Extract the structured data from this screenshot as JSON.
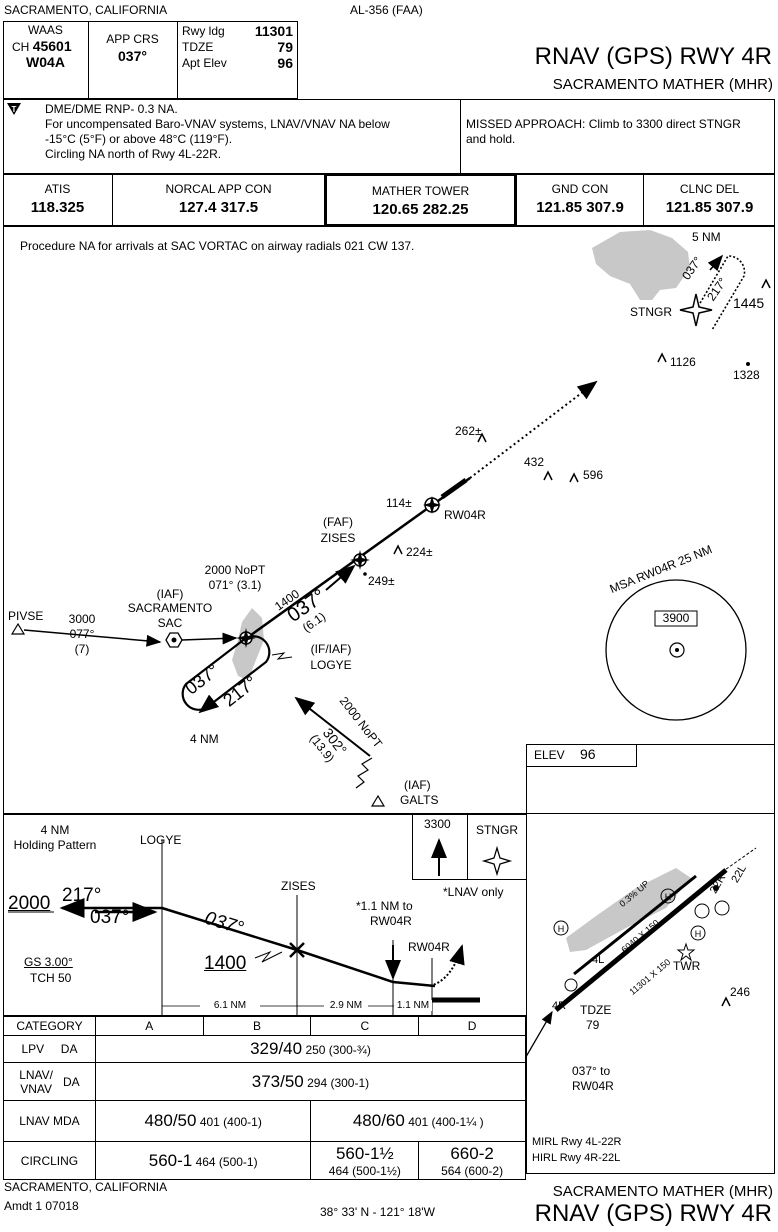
{
  "header": {
    "location": "SACRAMENTO, CALIFORNIA",
    "chart_number": "AL-356 (FAA)",
    "waas_label": "WAAS",
    "ch_label": "CH",
    "ch_value": "45601",
    "waas_id": "W04A",
    "app_crs_label": "APP CRS",
    "app_crs_value": "037°",
    "rwy_ldg_label": "Rwy ldg",
    "rwy_ldg_value": "11301",
    "tdze_label": "TDZE",
    "tdze_value": "79",
    "apt_elev_label": "Apt Elev",
    "apt_elev_value": "96",
    "title": "RNAV (GPS) RWY 4R",
    "subtitle": "SACRAMENTO MATHER (MHR)"
  },
  "notes": {
    "icon": "T",
    "line1": "DME/DME RNP- 0.3 NA.",
    "line2": "For uncompensated Baro-VNAV systems, LNAV/VNAV NA below",
    "line3": "-15°C (5°F) or above 48°C (119°F).",
    "line4": "Circling NA north of Rwy 4L-22R.",
    "missed_line1": "MISSED APPROACH: Climb to 3300 direct STNGR",
    "missed_line2": "and hold."
  },
  "frequencies": [
    {
      "label": "ATIS",
      "value": "118.325"
    },
    {
      "label": "NORCAL APP CON",
      "value": "127.4  317.5"
    },
    {
      "label": "MATHER TOWER",
      "value": "120.65  282.25"
    },
    {
      "label": "GND CON",
      "value": "121.85  307.9"
    },
    {
      "label": "CLNC DEL",
      "value": "121.85  307.9"
    }
  ],
  "plan": {
    "procedure_note": "Procedure NA for arrivals at SAC VORTAC on airway radials 021 CW 137.",
    "pivse": "PIVSE",
    "pivse_alt": "3000",
    "pivse_crs": "077°",
    "pivse_dist": "(7)",
    "sac_iaf": "(IAF)",
    "sac_name": "SACRAMENTO",
    "sac_id": "SAC",
    "nopt1": "2000 NoPT",
    "nopt1_crs": "071° (3.1)",
    "seg_alt": "1400",
    "seg_crs": "037°",
    "seg_dist": "(6.1)",
    "logye_tag": "(IF/IAF)",
    "logye": "LOGYE",
    "hold_out": "037°",
    "hold_in": "217°",
    "hold_dist": "4 NM",
    "faf": "(FAF)",
    "zises": "ZISES",
    "obs224": "224",
    "obs249": "249",
    "obs114": "114",
    "rw04r": "RW04R",
    "obs262": "262",
    "obs432": "432",
    "obs596": "596",
    "obs1126": "1126",
    "obs1328": "1328",
    "obs1445": "1445",
    "stngr": "STNGR",
    "stngr_dist": "5 NM",
    "stngr_in": "037°",
    "stngr_out": "217°",
    "galts_nopt": "2000 NoPT",
    "galts_crs": "302°",
    "galts_dist": "(13.9)",
    "galts_iaf": "(IAF)",
    "galts": "GALTS",
    "msa_label": "MSA RW04R 25 NM",
    "msa_alt": "3900",
    "pm": "±"
  },
  "profile": {
    "hold_label1": "4 NM",
    "hold_label2": "Holding Pattern",
    "logye": "LOGYE",
    "zises": "ZISES",
    "alt2000": "2000",
    "crs217": "217°",
    "crs037a": "037°",
    "crs037b": "037°",
    "alt1400": "1400",
    "gs": "GS 3.00°",
    "tch": "TCH 50",
    "note1": "*1.1 NM to",
    "note2": "RW04R",
    "rw04r": "RW04R",
    "lnav_only": "*LNAV only",
    "ma_alt": "3300",
    "ma_fix": "STNGR",
    "dist1": "6.1 NM",
    "dist2": "2.9 NM",
    "dist3": "1.1 NM"
  },
  "airport": {
    "elev_label": "ELEV",
    "elev_value": "96",
    "rwy_short": "0.3% UP",
    "rwy_short_dims": "6040 X 150",
    "rwy_long_dims": "11301 X 150",
    "rwy_4l": "4L",
    "rwy_4r": "4R",
    "rwy_22l": "22L",
    "rwy_22r": "22R",
    "twr": "TWR",
    "tdze_label": "TDZE",
    "tdze_value": "79",
    "crs_note1": "037° to",
    "crs_note2": "RW04R",
    "obs246": "246",
    "lights1": "MIRL Rwy 4L-22R",
    "lights2": "HIRL Rwy 4R-22L"
  },
  "minimums": {
    "category_label": "CATEGORY",
    "cats": [
      "A",
      "B",
      "C",
      "D"
    ],
    "lpv_label": "LPV",
    "da_label": "DA",
    "lpv_value": "329/40",
    "lpv_hat": "250 (300-¾)",
    "lnav_vnav_label1": "LNAV/",
    "lnav_vnav_label2": "VNAV",
    "lnav_vnav_value": "373/50",
    "lnav_vnav_hat": "294 (300-1)",
    "lnav_mda_label": "LNAV MDA",
    "lnav_ab_value": "480/50",
    "lnav_ab_hat": "401 (400-1)",
    "lnav_cd_value": "480/60",
    "lnav_cd_hat": "401 (400-1¼ )",
    "circling_label": "CIRCLING",
    "circ_ab_value": "560-1",
    "circ_ab_hat": "464 (500-1)",
    "circ_c_value": "560-1½",
    "circ_c_hat": "464 (500-1½)",
    "circ_d_value": "660-2",
    "circ_d_hat": "564 (600-2)"
  },
  "footer": {
    "location": "SACRAMENTO, CALIFORNIA",
    "amdt": "Amdt 1  07018",
    "coords": "38° 33' N - 121° 18'W",
    "airport": "SACRAMENTO MATHER (MHR)",
    "title": "RNAV (GPS) RWY 4R"
  }
}
